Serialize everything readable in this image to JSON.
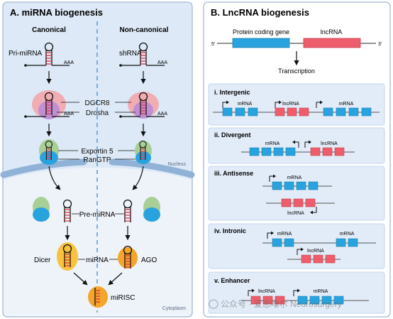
{
  "panelA": {
    "title": "A. miRNA biogenesis",
    "canonical": "Canonical",
    "noncanonical": "Non-canonical",
    "pri_mirna": "Pri-miRNA",
    "shrna": "shRNA",
    "polya": "AAA",
    "dgcr8": "DGCR8",
    "drosha": "Drosha",
    "exportin": "Exportin 5",
    "rangtp": "RanGTP",
    "nucleus": "Nucleus",
    "pre_mirna": "Pre-miRNA",
    "dicer": "Dicer",
    "mirna": "miRNA",
    "ago": "AGO",
    "mirisc": "miRISC",
    "cytoplasm": "Cytoplasm"
  },
  "panelB": {
    "title": "B. LncRNA biogenesis",
    "protein_coding_gene": "Protein coding gene",
    "lncrna": "lncRNA",
    "five_prime": "5'",
    "three_prime": "3'",
    "transcription": "Transcription",
    "mrna": "mRNA",
    "sections": {
      "intergenic": "i. Intergenic",
      "divergent": "ii. Divergent",
      "antisense": "iii. Antisense",
      "intronic": "iv. Intronic",
      "enhancer": "v. Enhancer"
    }
  },
  "watermark": "公众号 · 爱思唯尔 Neurosurgery",
  "colors": {
    "panel_bg": "#dce8f6",
    "panel_border": "#8aa6c6",
    "nucleus_bg": "#dde9f7",
    "cytoplasm_bg": "#eef3fa",
    "membrane": "#8fb2d6",
    "exon_blue": "#29a3de",
    "exon_pink": "#ee5d6b",
    "box_bg": "#e2ecf8",
    "dicer_yellow": "#f7c33c",
    "ago_orange": "#f4a62a",
    "green": "#a8cf95",
    "drosha_purple": "#b68ad8",
    "dgcr8_pink": "#f3a3a8",
    "hairpin_red": "#d9353f"
  }
}
